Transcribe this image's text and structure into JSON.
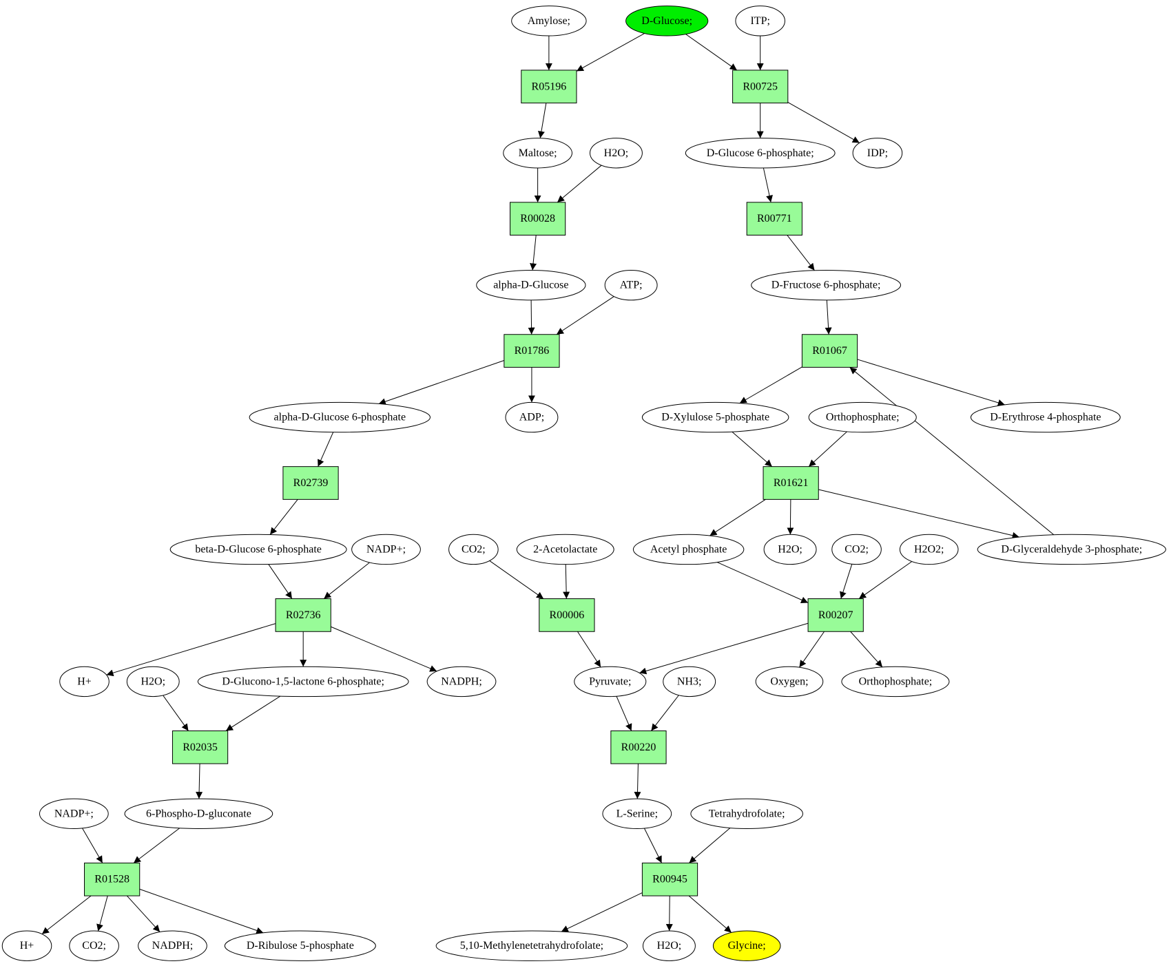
{
  "colors": {
    "reaction_fill": "#98fb98",
    "start_fill": "#00ee00",
    "target_fill": "#ffff00",
    "compound_fill": "#ffffff",
    "stroke": "#000000"
  },
  "nodes": {
    "c_amylose": "Amylose;",
    "c_dglucose": "D-Glucose;",
    "c_itp": "ITP;",
    "r_R05196": "R05196",
    "r_R00725": "R00725",
    "c_maltose": "Maltose;",
    "c_h2o_1": "H2O;",
    "c_dg6p": "D-Glucose 6-phosphate;",
    "c_idp": "IDP;",
    "r_R00028": "R00028",
    "r_R00771": "R00771",
    "c_adglucose": "alpha-D-Glucose",
    "c_atp": "ATP;",
    "c_df6p": "D-Fructose 6-phosphate;",
    "r_R01786": "R01786",
    "r_R01067": "R01067",
    "c_adg6p": "alpha-D-Glucose 6-phosphate",
    "c_adp": "ADP;",
    "c_dx5p": "D-Xylulose 5-phosphate",
    "c_ortho_1": "Orthophosphate;",
    "c_de4p": "D-Erythrose 4-phosphate",
    "r_R02739": "R02739",
    "r_R01621": "R01621",
    "c_bdg6p": "beta-D-Glucose 6-phosphate",
    "c_nadp_1": "NADP+;",
    "c_co2_1": "CO2;",
    "c_acetolactate": "2-Acetolactate",
    "c_acetylp": "Acetyl phosphate",
    "c_h2o_2": "H2O;",
    "c_co2_2": "CO2;",
    "c_h2o2": "H2O2;",
    "c_dga3p": "D-Glyceraldehyde 3-phosphate;",
    "r_R02736": "R02736",
    "r_R00006": "R00006",
    "r_R00207": "R00207",
    "c_hplus_1": "H+",
    "c_h2o_3": "H2O;",
    "c_glucono": "D-Glucono-1,5-lactone 6-phosphate;",
    "c_nadph_1": "NADPH;",
    "c_pyruvate": "Pyruvate;",
    "c_nh3": "NH3;",
    "c_oxygen": "Oxygen;",
    "c_ortho_2": "Orthophosphate;",
    "r_R02035": "R02035",
    "r_R00220": "R00220",
    "c_nadp_2": "NADP+;",
    "c_6pgluconate": "6-Phospho-D-gluconate",
    "c_lserine": "L-Serine;",
    "c_thf": "Tetrahydrofolate;",
    "r_R01528": "R01528",
    "r_R00945": "R00945",
    "c_hplus_2": "H+",
    "c_co2_3": "CO2;",
    "c_nadph_2": "NADPH;",
    "c_dr5p": "D-Ribulose 5-phosphate",
    "c_methylene_thf": "5,10-Methylenetetrahydrofolate;",
    "c_h2o_4": "H2O;",
    "c_glycine": "Glycine;"
  },
  "edges": [
    [
      "c_amylose",
      "r_R05196"
    ],
    [
      "c_dglucose",
      "r_R05196"
    ],
    [
      "c_dglucose",
      "r_R00725"
    ],
    [
      "c_itp",
      "r_R00725"
    ],
    [
      "r_R05196",
      "c_maltose"
    ],
    [
      "r_R00725",
      "c_dg6p"
    ],
    [
      "r_R00725",
      "c_idp"
    ],
    [
      "c_maltose",
      "r_R00028"
    ],
    [
      "c_h2o_1",
      "r_R00028"
    ],
    [
      "c_dg6p",
      "r_R00771"
    ],
    [
      "r_R00028",
      "c_adglucose"
    ],
    [
      "r_R00771",
      "c_df6p"
    ],
    [
      "c_adglucose",
      "r_R01786"
    ],
    [
      "c_atp",
      "r_R01786"
    ],
    [
      "c_df6p",
      "r_R01067"
    ],
    [
      "r_R01786",
      "c_adg6p"
    ],
    [
      "r_R01786",
      "c_adp"
    ],
    [
      "r_R01067",
      "c_dx5p"
    ],
    [
      "r_R01067",
      "c_de4p"
    ],
    [
      "c_dga3p",
      "r_R01067"
    ],
    [
      "c_adg6p",
      "r_R02739"
    ],
    [
      "c_dx5p",
      "r_R01621"
    ],
    [
      "c_ortho_1",
      "r_R01621"
    ],
    [
      "r_R02739",
      "c_bdg6p"
    ],
    [
      "r_R01621",
      "c_acetylp"
    ],
    [
      "r_R01621",
      "c_h2o_2"
    ],
    [
      "r_R01621",
      "c_dga3p"
    ],
    [
      "c_bdg6p",
      "r_R02736"
    ],
    [
      "c_nadp_1",
      "r_R02736"
    ],
    [
      "c_co2_1",
      "r_R00006"
    ],
    [
      "c_acetolactate",
      "r_R00006"
    ],
    [
      "c_acetylp",
      "r_R00207"
    ],
    [
      "c_co2_2",
      "r_R00207"
    ],
    [
      "c_h2o2",
      "r_R00207"
    ],
    [
      "r_R02736",
      "c_hplus_1"
    ],
    [
      "r_R02736",
      "c_glucono"
    ],
    [
      "r_R02736",
      "c_nadph_1"
    ],
    [
      "r_R00006",
      "c_pyruvate"
    ],
    [
      "r_R00207",
      "c_pyruvate"
    ],
    [
      "r_R00207",
      "c_oxygen"
    ],
    [
      "r_R00207",
      "c_ortho_2"
    ],
    [
      "c_h2o_3",
      "r_R02035"
    ],
    [
      "c_glucono",
      "r_R02035"
    ],
    [
      "c_pyruvate",
      "r_R00220"
    ],
    [
      "c_nh3",
      "r_R00220"
    ],
    [
      "r_R02035",
      "c_6pgluconate"
    ],
    [
      "r_R00220",
      "c_lserine"
    ],
    [
      "c_nadp_2",
      "r_R01528"
    ],
    [
      "c_6pgluconate",
      "r_R01528"
    ],
    [
      "c_lserine",
      "r_R00945"
    ],
    [
      "c_thf",
      "r_R00945"
    ],
    [
      "r_R01528",
      "c_hplus_2"
    ],
    [
      "r_R01528",
      "c_co2_3"
    ],
    [
      "r_R01528",
      "c_nadph_2"
    ],
    [
      "r_R01528",
      "c_dr5p"
    ],
    [
      "r_R00945",
      "c_methylene_thf"
    ],
    [
      "r_R00945",
      "c_h2o_4"
    ],
    [
      "r_R00945",
      "c_glycine"
    ]
  ]
}
